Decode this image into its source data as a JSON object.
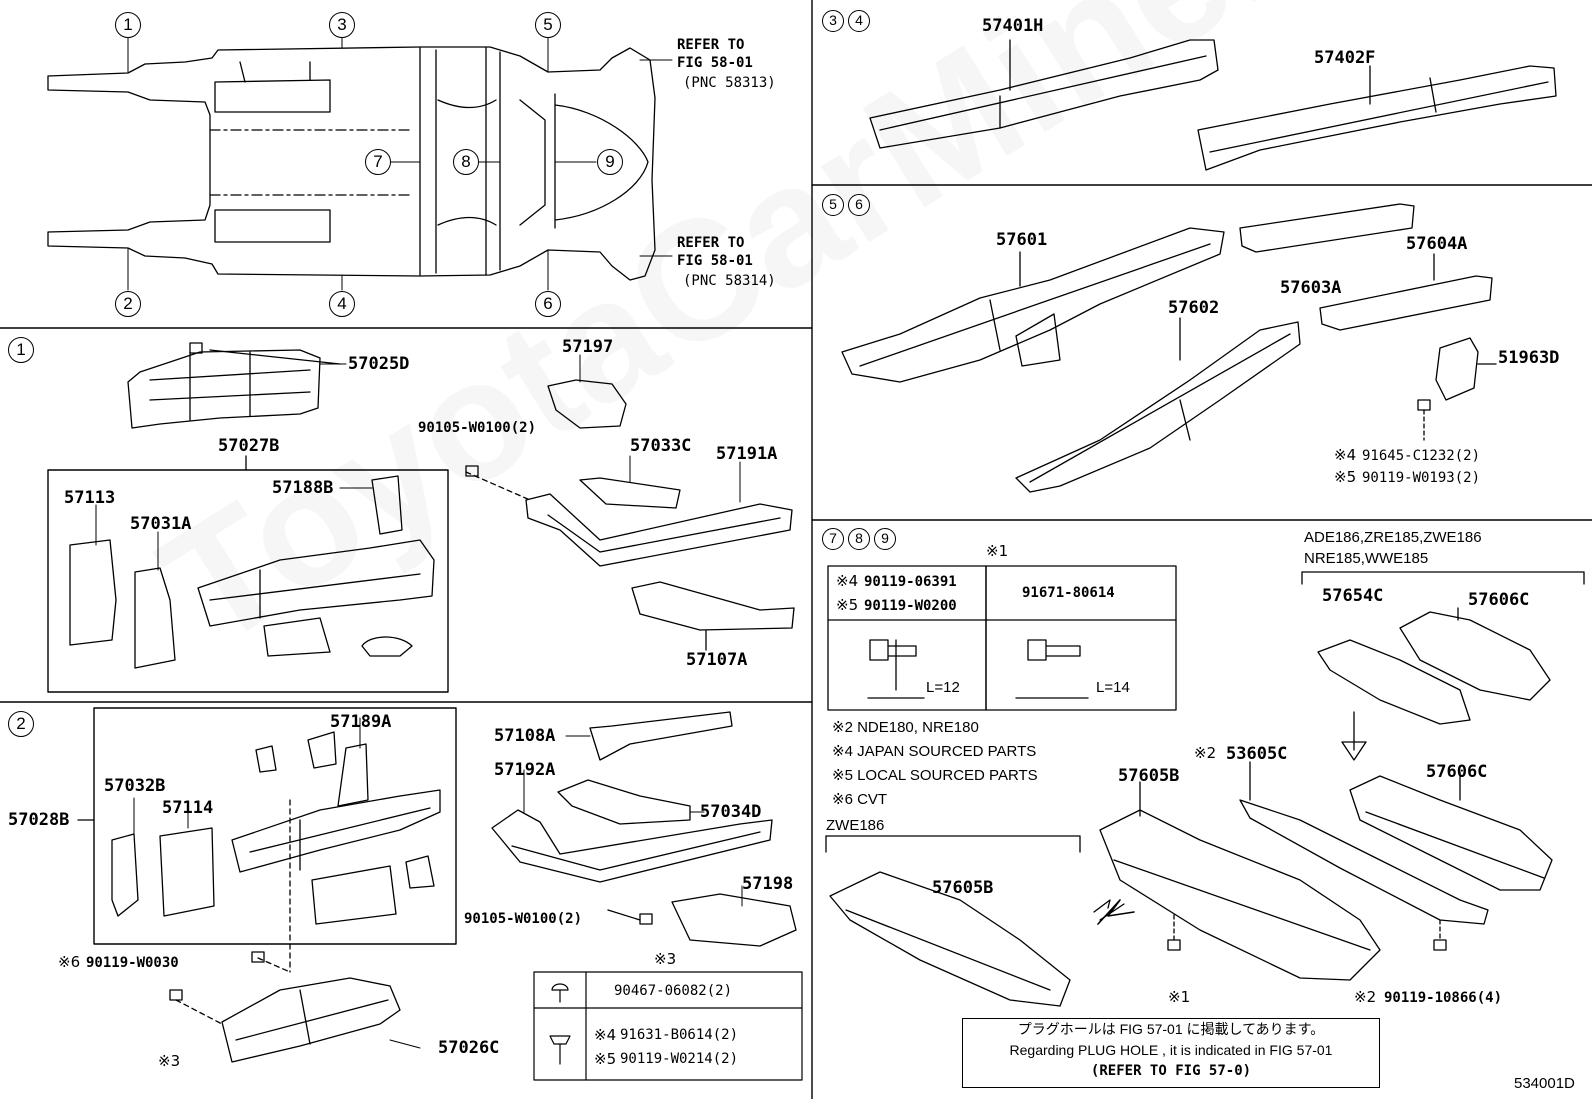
{
  "watermark": "ToyotaCarMiner.ru",
  "diagram_code": "534001D",
  "overview": {
    "callouts": [
      "1",
      "2",
      "3",
      "4",
      "5",
      "6",
      "7",
      "8",
      "9"
    ],
    "refer_front_1": "REFER TO",
    "refer_front_2": "FIG 58-01",
    "refer_front_3": "(PNC 58313)",
    "refer_rear_1": "REFER TO",
    "refer_rear_2": "FIG 58-01",
    "refer_rear_3": "(PNC 58314)"
  },
  "section_titles": {
    "s1": "1",
    "s2": "2",
    "s34": [
      "3",
      "4"
    ],
    "s56": [
      "5",
      "6"
    ],
    "s789": [
      "7",
      "8",
      "9"
    ]
  },
  "parts": {
    "p57025D": "57025D",
    "p57027B": "57027B",
    "p57113": "57113",
    "p57031A": "57031A",
    "p57188B": "57188B",
    "p57197": "57197",
    "p90105a": "90105-W0100(2)",
    "p57033C": "57033C",
    "p57191A": "57191A",
    "p57107A": "57107A",
    "p57028B": "57028B",
    "p57032B": "57032B",
    "p57114": "57114",
    "p57189A": "57189A",
    "p57108A": "57108A",
    "p57192A": "57192A",
    "p57034D": "57034D",
    "p57198": "57198",
    "p90105b": "90105-W0100(2)",
    "p90119_0030": "90119-W0030",
    "p57026C": "57026C",
    "p57401H": "57401H",
    "p57402F": "57402F",
    "p57601": "57601",
    "p57602": "57602",
    "p57603A": "57603A",
    "p57604A": "57604A",
    "p51963D": "51963D",
    "p91645": "91645-C1232(2)",
    "p90119_0193": "90119-W0193(2)",
    "p57654C": "57654C",
    "p57606C_a": "57606C",
    "p57606C_b": "57606C",
    "p53605C": "53605C",
    "p57605B_a": "57605B",
    "p57605B_b": "57605B",
    "p90119_10866": "90119-10866(4)"
  },
  "marks": {
    "m6": "※6",
    "m3": "※3",
    "m3b": "※3",
    "m4": "※4",
    "m5": "※5",
    "m1": "※1",
    "m1b": "※1",
    "m2": "※2",
    "m2b": "※2",
    "m4t": "※4",
    "m5t": "※5",
    "m4s": "※4",
    "m5s": "※5"
  },
  "screw_table": {
    "row1": "90467-06082(2)",
    "row2": "91631-B0614(2)",
    "row3": "90119-W0214(2)"
  },
  "bolt_table": {
    "left_1": "90119-06391",
    "left_2": "90119-W0200",
    "right": "91671-80614",
    "len_left": "L=12",
    "len_right": "L=14"
  },
  "notes": {
    "n2": "※2  NDE180, NRE180",
    "n4": "※4 JAPAN SOURCED PARTS",
    "n5": "※5 LOCAL SOURCED PARTS",
    "n6": "※6 CVT",
    "zwe": "ZWE186",
    "ade1": "ADE186,ZRE185,ZWE186",
    "ade2": "NRE185,WWE185"
  },
  "plug_hole": {
    "line1": "プラグホールは FIG 57-01 に掲載してあります。",
    "line2": "Regarding PLUG HOLE , it is indicated in FIG 57-01",
    "line3": "(REFER TO FIG 57-0)"
  }
}
